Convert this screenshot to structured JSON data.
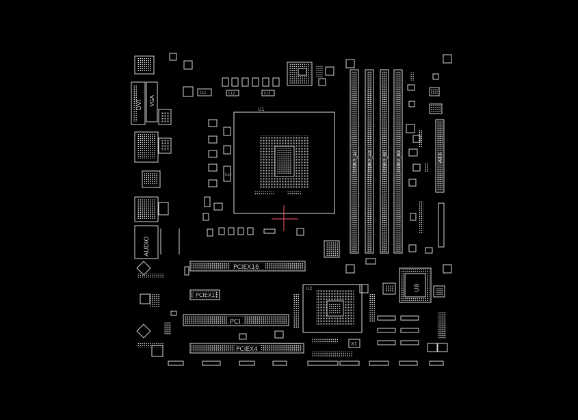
{
  "viewer": {
    "background_color": "#000000",
    "outline_color": "#d9d9d9",
    "dim_color": "#9a9a9a",
    "crosshair_color": "#ff5a6e"
  },
  "labels": {
    "dvi": "DVI",
    "vga": "VGA",
    "audio": "AUDIO",
    "ddr3_a0": "DDR3_A0",
    "ddr3_a1": "DDR3_A1",
    "ddr3_b0": "DDR3_B0",
    "ddr3_b1": "DDR3_B1",
    "atx": "ATX",
    "pciex16": "PCIEX16",
    "pciex1": "PCIEX1",
    "pci": "PCI",
    "pciex4": "PCIEX4",
    "u8": "U8",
    "x1": "X1",
    "cpu_socket_mark": "U1",
    "chipset_mark": "U2",
    "cl1": "CL1",
    "cl2": "CL2",
    "cl3": "CL3",
    "cl4": "CL4"
  }
}
